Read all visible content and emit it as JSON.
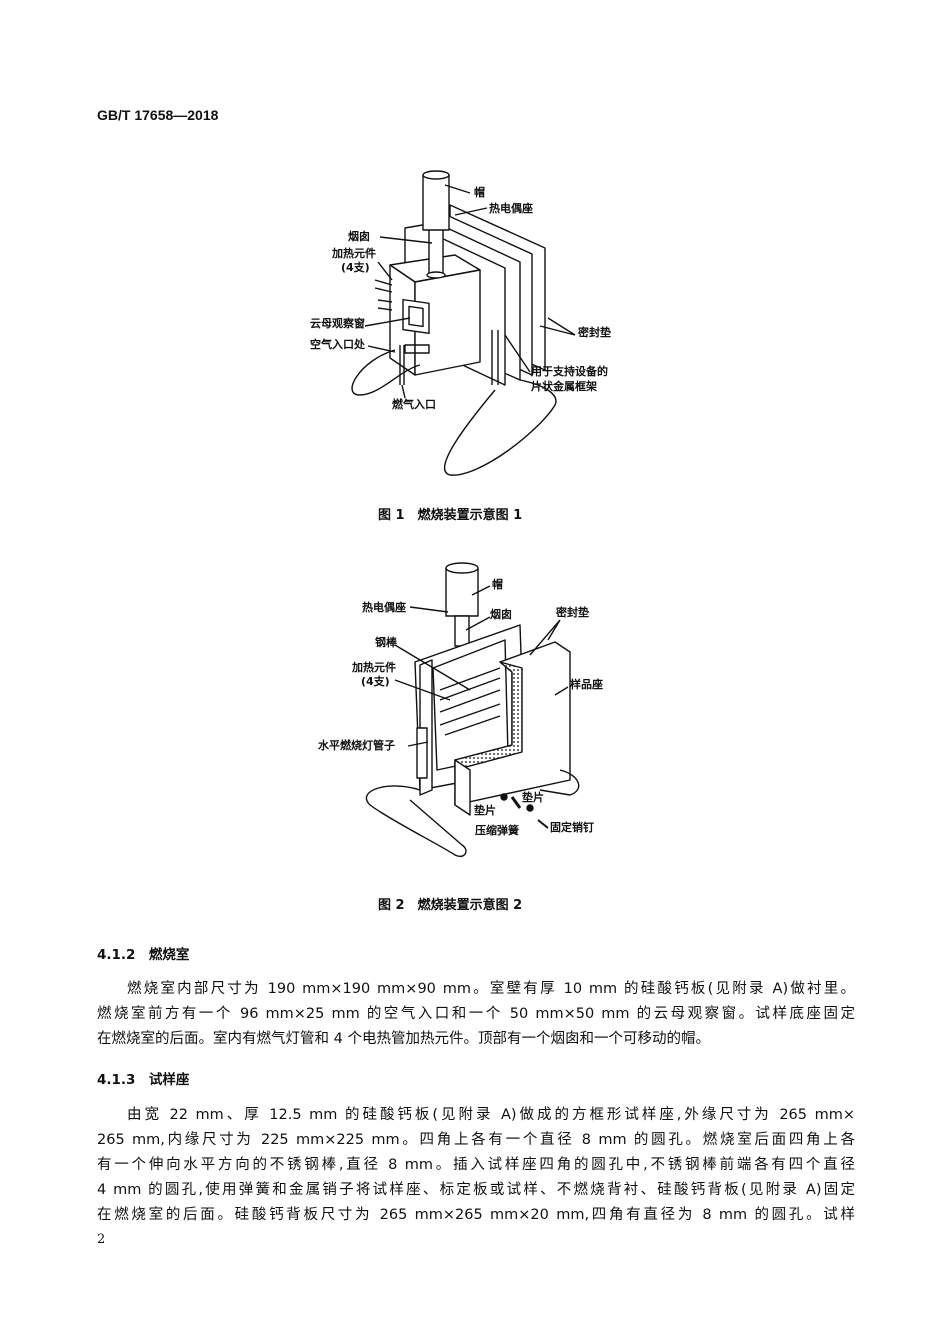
{
  "header": {
    "standard_code": "GB/T 17658—2018"
  },
  "figure1": {
    "labels": {
      "cap": "帽",
      "thermocouple_seat": "热电偶座",
      "chimney": "烟囱",
      "heating_element": "加热元件",
      "heating_element_count": "(4支)",
      "mica_window": "云母观察窗",
      "air_inlet": "空气入口处",
      "seal": "密封垫",
      "frame_line1": "用于支持设备的",
      "frame_line2": "片状金属框架",
      "gas_inlet": "燃气入口"
    },
    "caption": "图 1　燃烧装置示意图 1"
  },
  "figure2": {
    "labels": {
      "cap": "帽",
      "thermocouple_seat": "热电偶座",
      "chimney": "烟囱",
      "seal": "密封垫",
      "steel_rod": "钢棒",
      "heating_element": "加热元件",
      "heating_element_count": "(4支)",
      "sample_holder": "样品座",
      "burner_tube": "水平燃烧灯管子",
      "washer_right": "垫片",
      "washer_left": "垫片",
      "spring": "压缩弹簧",
      "pin": "固定销钉"
    },
    "caption": "图 2　燃烧装置示意图 2"
  },
  "section_412": {
    "heading": "4.1.2　燃烧室",
    "lines": [
      "燃烧室内部尺寸为 190 mm×190 mm×90 mm。室壁有厚 10 mm 的硅酸钙板(见附录 A)做衬里。",
      "燃烧室前方有一个 96 mm×25 mm 的空气入口和一个 50 mm×50 mm 的云母观察窗。试样底座固定",
      "在燃烧室的后面。室内有燃气灯管和 4 个电热管加热元件。顶部有一个烟囱和一个可移动的帽。"
    ]
  },
  "section_413": {
    "heading": "4.1.3　试样座",
    "lines": [
      "由宽 22 mm、厚 12.5 mm 的硅酸钙板(见附录 A)做成的方框形试样座,外缘尺寸为 265 mm×",
      "265 mm,内缘尺寸为 225 mm×225 mm。四角上各有一个直径 8 mm 的圆孔。燃烧室后面四角上各",
      "有一个伸向水平方向的不锈钢棒,直径 8 mm。插入试样座四角的圆孔中,不锈钢棒前端各有四个直径",
      "4 mm 的圆孔,使用弹簧和金属销子将试样座、标定板或试样、不燃烧背衬、硅酸钙背板(见附录 A)固定",
      "在燃烧室的后面。硅酸钙背板尺寸为 265 mm×265 mm×20 mm,四角有直径为 8 mm 的圆孔。试样"
    ]
  },
  "footer": {
    "page_number": "2"
  }
}
